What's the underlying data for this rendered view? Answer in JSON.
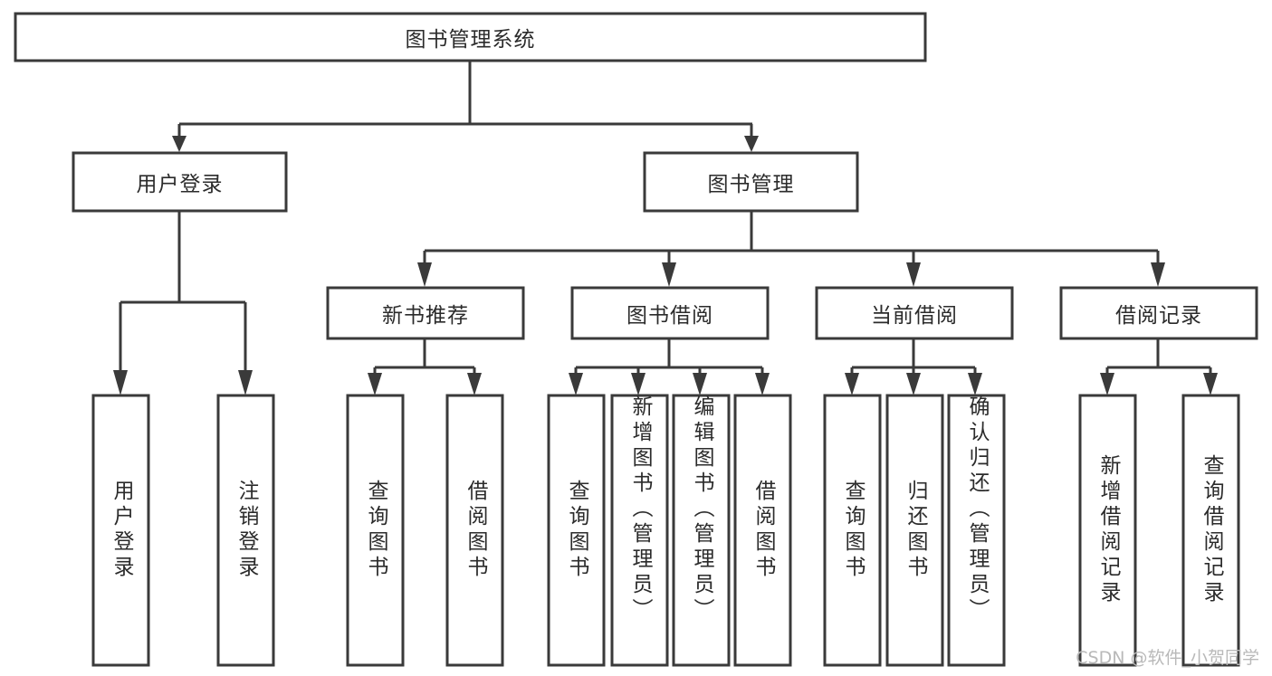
{
  "diagram": {
    "type": "tree",
    "title": "图书管理系统",
    "watermark": "CSDN @软件_小贺同学",
    "colors": {
      "stroke": "#3a3a3a",
      "fill": "#ffffff",
      "text": "#2b2b2b",
      "watermark": "#b9b9b9",
      "background": "#ffffff"
    },
    "levels": {
      "root": {
        "label": "图书管理系统",
        "orientation": "horizontal"
      },
      "level2": [
        {
          "label": "用户登录",
          "orientation": "horizontal"
        },
        {
          "label": "图书管理",
          "orientation": "horizontal"
        }
      ],
      "level3": [
        {
          "label": "新书推荐",
          "orientation": "horizontal"
        },
        {
          "label": "图书借阅",
          "orientation": "horizontal"
        },
        {
          "label": "当前借阅",
          "orientation": "horizontal"
        },
        {
          "label": "借阅记录",
          "orientation": "horizontal"
        }
      ],
      "leaves": [
        {
          "label": "用户登录",
          "orientation": "vertical",
          "parent": "用户登录"
        },
        {
          "label": "注销登录",
          "orientation": "vertical",
          "parent": "用户登录"
        },
        {
          "label": "查询图书",
          "orientation": "vertical",
          "parent": "新书推荐"
        },
        {
          "label": "借阅图书",
          "orientation": "vertical",
          "parent": "新书推荐"
        },
        {
          "label": "查询图书",
          "orientation": "vertical",
          "parent": "图书借阅"
        },
        {
          "label": "新增图书（管理员）",
          "orientation": "vertical",
          "parent": "图书借阅"
        },
        {
          "label": "编辑图书（管理员）",
          "orientation": "vertical",
          "parent": "图书借阅"
        },
        {
          "label": "借阅图书",
          "orientation": "vertical",
          "parent": "图书借阅"
        },
        {
          "label": "查询图书",
          "orientation": "vertical",
          "parent": "当前借阅"
        },
        {
          "label": "归还图书",
          "orientation": "vertical",
          "parent": "当前借阅"
        },
        {
          "label": "确认归还（管理员）",
          "orientation": "vertical",
          "parent": "当前借阅"
        },
        {
          "label": "新增借阅记录",
          "orientation": "vertical",
          "parent": "借阅记录"
        },
        {
          "label": "查询借阅记录",
          "orientation": "vertical",
          "parent": "借阅记录"
        }
      ]
    }
  }
}
